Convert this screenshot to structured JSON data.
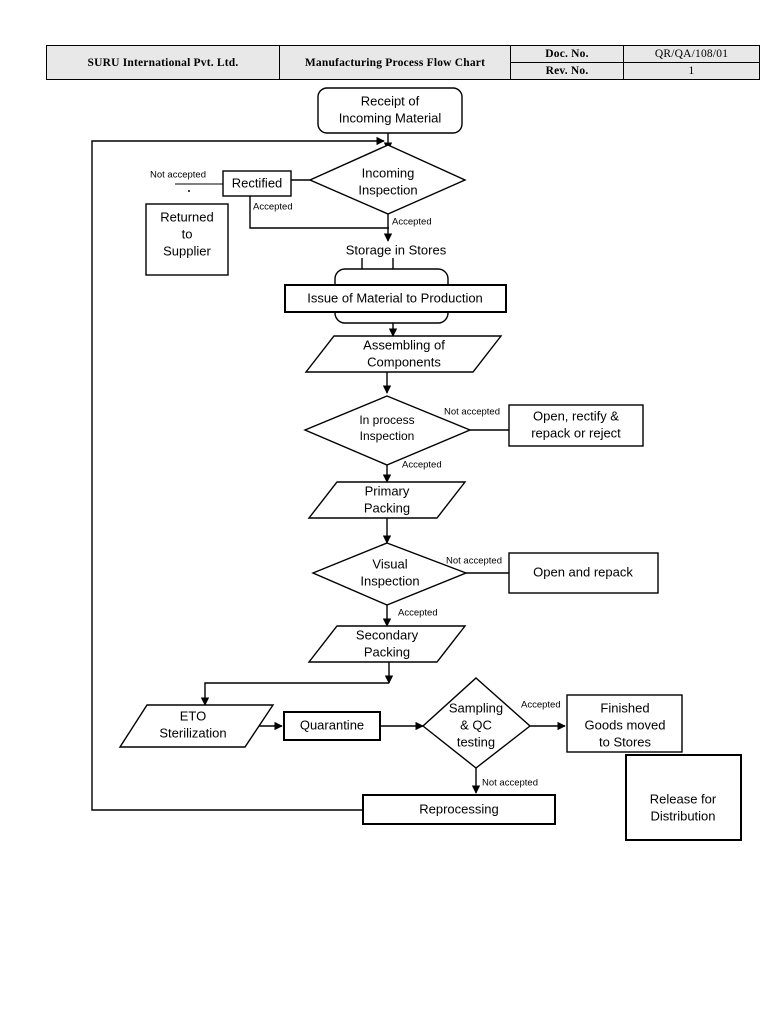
{
  "header": {
    "company": "SURU International Pvt. Ltd.",
    "title": "Manufacturing Process Flow Chart",
    "doc_no_label": "Doc. No.",
    "doc_no_value": "QR/QA/108/01",
    "rev_no_label": "Rev. No.",
    "rev_no_value": "1"
  },
  "flow": {
    "nodes": {
      "receipt": {
        "line1": "Receipt of",
        "line2": "Incoming Material"
      },
      "incoming_inspection": {
        "line1": "Incoming",
        "line2": "Inspection"
      },
      "rectified": {
        "line1": "Rectified"
      },
      "returned_to_supplier": {
        "line1": "Returned",
        "line2": "to",
        "line3": "Supplier"
      },
      "storage_in_stores": {
        "line1": "Storage in Stores"
      },
      "issue_of_material": {
        "line1": "Issue of Material to Production"
      },
      "assembling": {
        "line1": "Assembling of",
        "line2": "Components"
      },
      "in_process_inspection": {
        "line1": "In process",
        "line2": "Inspection"
      },
      "open_rectify": {
        "line1": "Open, rectify &",
        "line2": "repack or reject"
      },
      "primary_packing": {
        "line1": "Primary",
        "line2": "Packing"
      },
      "visual_inspection": {
        "line1": "Visual",
        "line2": "Inspection"
      },
      "open_and_repack": {
        "line1": "Open and repack"
      },
      "secondary_packing": {
        "line1": "Secondary",
        "line2": "Packing"
      },
      "eto_sterilization": {
        "line1": "ETO",
        "line2": "Sterilization"
      },
      "quarantine": {
        "line1": "Quarantine"
      },
      "sampling_qc": {
        "line1": "Sampling",
        "line2": "& QC",
        "line3": "testing"
      },
      "finished_goods": {
        "line1": "Finished",
        "line2": "Goods moved",
        "line3": "to Stores"
      },
      "reprocessing": {
        "line1": "Reprocessing"
      },
      "release_for_distribution": {
        "line1": "Release for",
        "line2": "Distribution"
      }
    },
    "edge_labels": {
      "incoming_not_accepted": "Not accepted",
      "incoming_accepted_left": "Accepted",
      "incoming_accepted_down": "Accepted",
      "inprocess_not_accepted": "Not accepted",
      "inprocess_accepted": "Accepted",
      "visual_not_accepted": "Not accepted",
      "visual_accepted": "Accepted",
      "sampling_accepted": "Accepted",
      "sampling_not_accepted": "Not accepted"
    }
  },
  "colors": {
    "header_fill": "#e8e8e8",
    "stroke": "#000000",
    "background": "#ffffff"
  }
}
